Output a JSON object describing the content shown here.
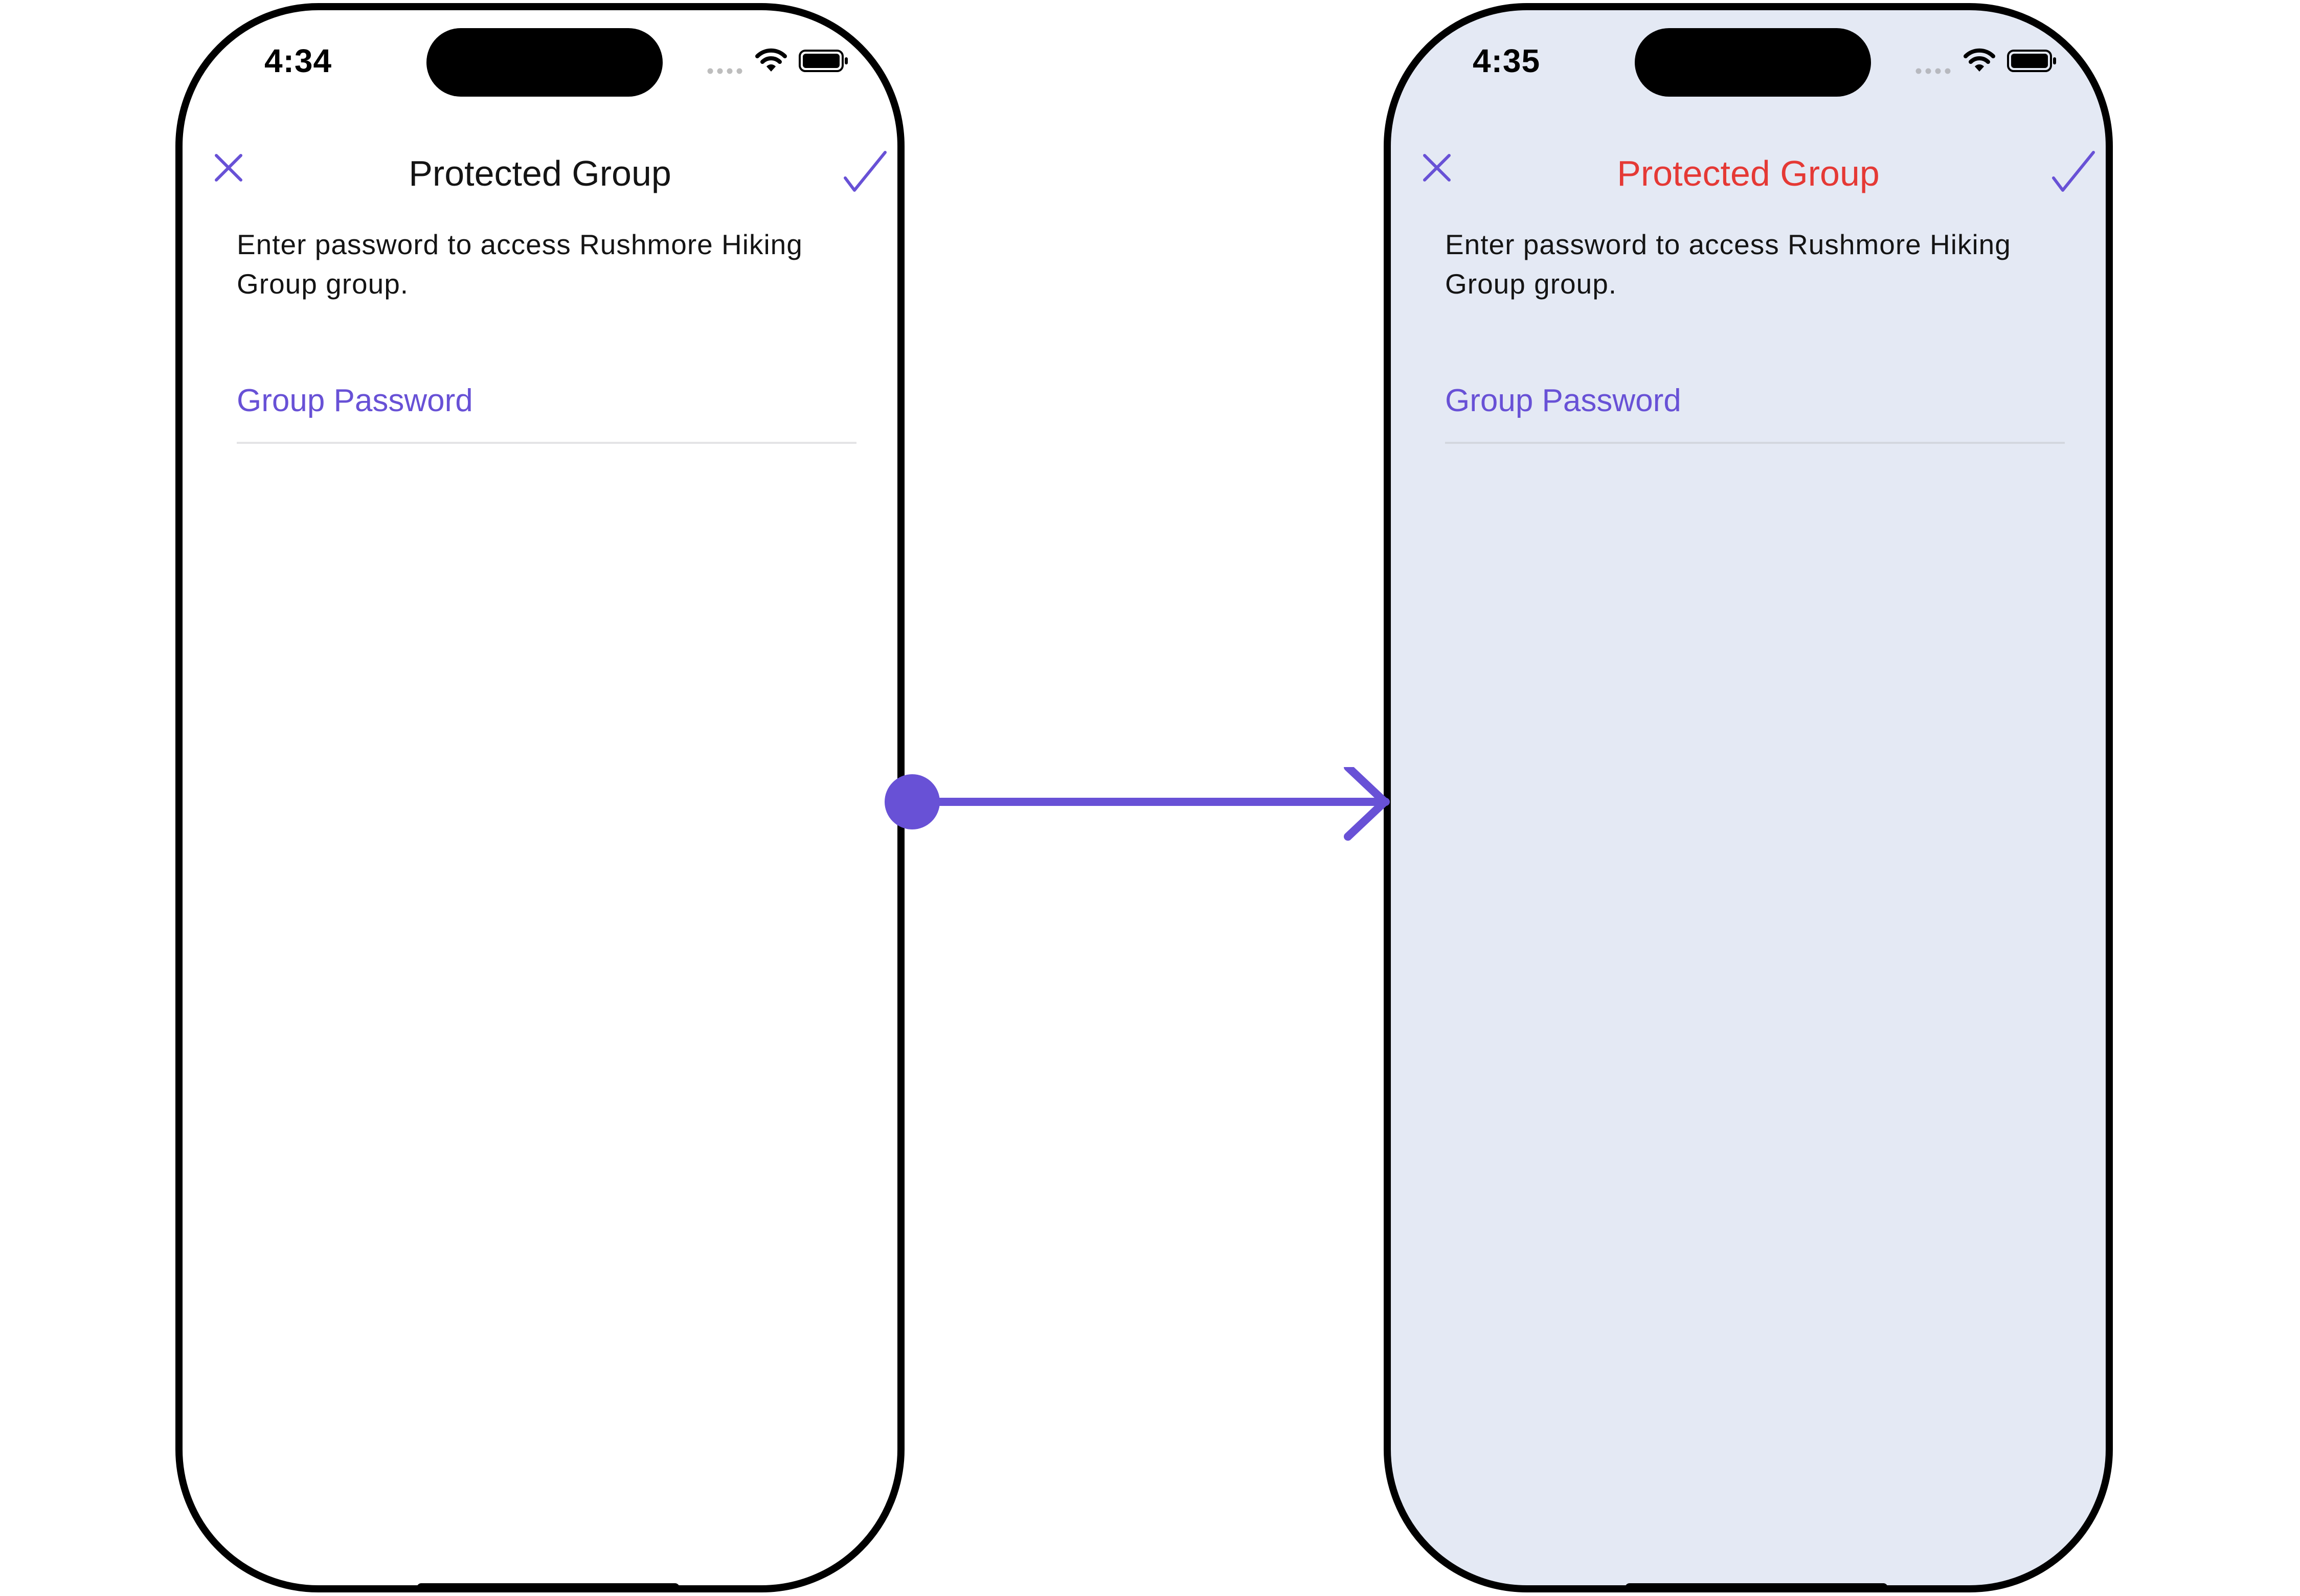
{
  "colors": {
    "accent": "#6851D6",
    "title_highlight": "#E53935",
    "right_background": "#E4E9F4"
  },
  "screens": [
    {
      "status_time": "4:34",
      "nav": {
        "title": "Protected Group",
        "close_icon": "close-icon",
        "confirm_icon": "checkmark-icon"
      },
      "description": "Enter password to access Rushmore Hiking Group group.",
      "password_field": {
        "placeholder": "Group Password",
        "value": ""
      }
    },
    {
      "status_time": "4:35",
      "nav": {
        "title": "Protected Group",
        "close_icon": "close-icon",
        "confirm_icon": "checkmark-icon"
      },
      "description": "Enter password to access Rushmore Hiking Group group.",
      "password_field": {
        "placeholder": "Group Password",
        "value": ""
      }
    }
  ],
  "connector_icon": "arrow-right-icon"
}
